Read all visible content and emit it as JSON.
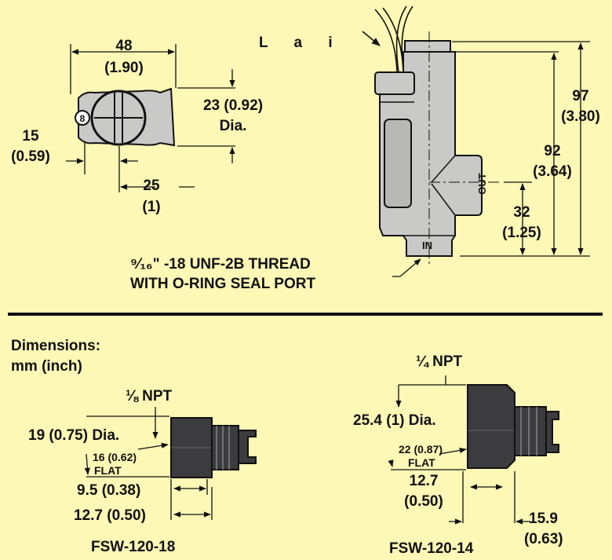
{
  "colors": {
    "background": "#fdf8b6",
    "body_fill": "#c9cac8",
    "fitting_fill": "#3c3c3e",
    "line": "#111111"
  },
  "top_view": {
    "width_mm": "48",
    "width_in": "(1.90)",
    "dia": "23 (0.92)",
    "dia_suffix": "Dia.",
    "left_mm": "15",
    "left_in": "(0.59)",
    "offset_mm": "25",
    "offset_in": "(1)"
  },
  "stray_label": "L a i",
  "side_view": {
    "port_out": "OUT",
    "port_in": "IN",
    "height_total_mm": "97",
    "height_total_in": "(3.80)",
    "height_mid_mm": "92",
    "height_mid_in": "(3.64)",
    "height_low_mm": "32",
    "height_low_in": "(1.25)",
    "thread_line1": "⁹⁄₁₆\" -18 UNF-2B THREAD",
    "thread_line2": "WITH O-RING SEAL PORT"
  },
  "units_note": {
    "line1": "Dimensions:",
    "line2": "mm (inch)"
  },
  "fitting_18": {
    "npt": "⅛ NPT",
    "dia": "19 (0.75) Dia.",
    "flat_value": "16 (0.62)",
    "flat_label": "FLAT",
    "len1": "9.5 (0.38)",
    "len2": "12.7 (0.50)",
    "model": "FSW-120-18"
  },
  "fitting_14": {
    "npt": "¼ NPT",
    "dia": "25.4 (1) Dia.",
    "flat_value": "22 (0.87)",
    "flat_label": "FLAT",
    "len1_mm": "12.7",
    "len1_in": "(0.50)",
    "len2_mm": "15.9",
    "len2_in": "(0.63)",
    "model": "FSW-120-14"
  }
}
